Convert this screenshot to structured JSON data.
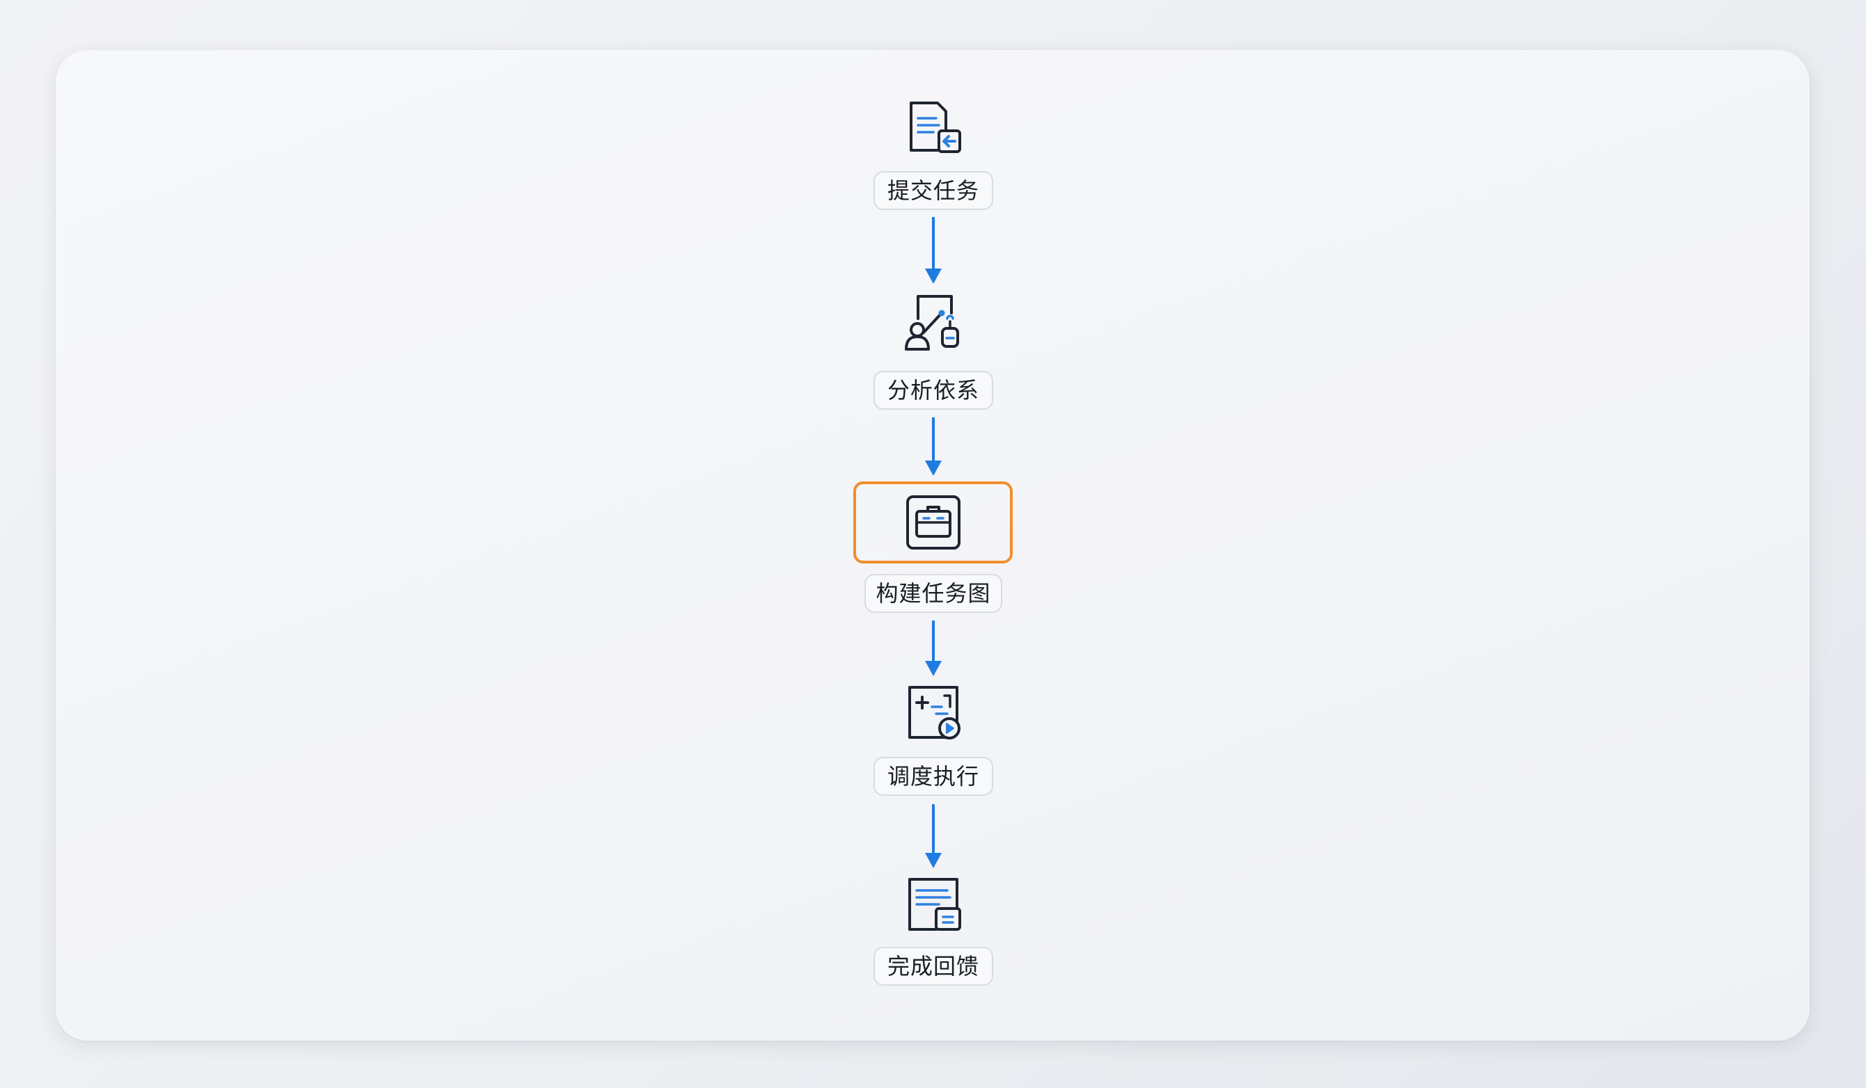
{
  "colors": {
    "arrow": "#1e7be0",
    "highlight": "#ef8f2c",
    "icon_stroke": "#1f2530",
    "icon_accent": "#2f80e0"
  },
  "steps": [
    {
      "label": "提交任务",
      "icon": "document-submit-icon"
    },
    {
      "label": "分析依系",
      "icon": "dependency-analysis-icon"
    },
    {
      "label": "构建任务图",
      "icon": "briefcase-icon",
      "highlighted": true
    },
    {
      "label": "调度执行",
      "icon": "schedule-execute-icon"
    },
    {
      "label": "完成回馈",
      "icon": "document-feedback-icon"
    }
  ]
}
